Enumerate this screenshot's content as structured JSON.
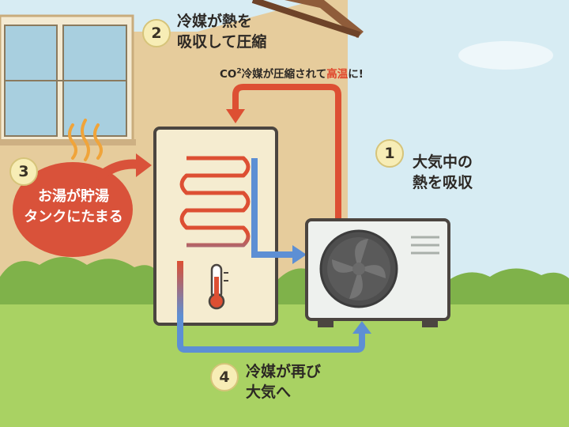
{
  "steps": [
    {
      "number": "1",
      "lines": [
        "大気中の",
        "熱を吸収"
      ]
    },
    {
      "number": "2",
      "lines": [
        "冷媒が熱を",
        "吸収して圧縮"
      ]
    },
    {
      "number": "3",
      "lines": [
        "お湯が貯湯",
        "タンクにたまる"
      ]
    },
    {
      "number": "4",
      "lines": [
        "冷媒が再び",
        "大気へ"
      ]
    }
  ],
  "note": {
    "prefix": "CO",
    "superscript": "2",
    "middle": "冷媒が圧縮されて",
    "highlight": "高温",
    "suffix": "に!"
  },
  "icons": [
    "thermometer-icon",
    "fan-icon",
    "steam-icon"
  ],
  "colors": {
    "hot_pipe": "#dd4f33",
    "cool_pipe": "#5d8fd4",
    "bubble": "#d9523a",
    "house_wall": "#e6cc9c",
    "sky": "#d7ecf3",
    "grass": "#a5cf5f",
    "step_circle": "#f7edb6"
  }
}
